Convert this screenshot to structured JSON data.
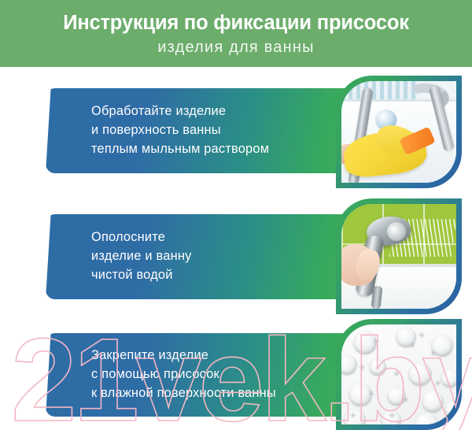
{
  "header": {
    "title": "Инструкция по фиксации присосок",
    "subtitle": "изделия для ванны",
    "bg_color": "#6cad6c",
    "text_color": "#ffffff"
  },
  "theme": {
    "blue": "#2e6ca6",
    "green": "#3cab5e",
    "frame_green": "#3aa95c",
    "frame_blue": "#2a5f9e",
    "watermark_color": "#f3b7c4"
  },
  "steps": [
    {
      "index": "1",
      "text": "Обработайте изделие\nи поверхность ванны\nтеплым мыльным раствором",
      "image_name": "photo-gloved-hand-cleaning-bathtub",
      "image_alt": "Рука в желтой перчатке с губкой моет ванну и шланг душа"
    },
    {
      "index": "2",
      "text": "Ополосните\nизделие и ванну\nчистой водой",
      "image_name": "photo-shower-head-rinsing",
      "image_alt": "Рука держит хромированную лейку душа, вода льется на зеленую плитку"
    },
    {
      "index": "3",
      "text": "Закрепите изделие\nс помощью присосок\nк влажной поверхности ванны",
      "image_name": "photo-bath-mat-suction-cups",
      "image_alt": "Белый коврик для ванны с присосками крупным планом"
    }
  ],
  "watermark": {
    "text": "21vek.by"
  }
}
